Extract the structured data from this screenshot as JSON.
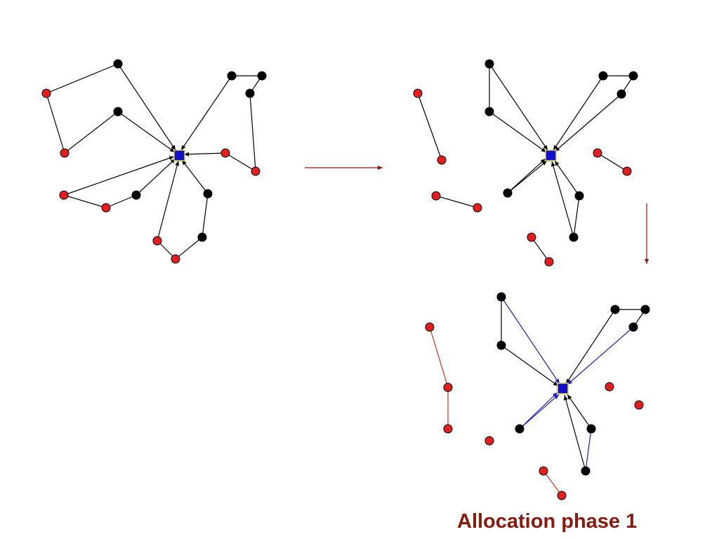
{
  "slide": {
    "title": "Allocation phase 1"
  },
  "colors": {
    "background": "#ffffff",
    "title": "#8b1a0e",
    "phase_arrow": "#8b1a0e",
    "red_node": "#e41e1e",
    "black_node": "#000000",
    "sink_fill": "#1010cc",
    "sink_border": "#e0d040",
    "black_edge": "#000000",
    "blue_edge": "#1c1cc8",
    "red_edge": "#e03020"
  },
  "legend_semantics": {
    "sink": "blue square node",
    "red": "red circle node",
    "black": "black circle node"
  }
}
